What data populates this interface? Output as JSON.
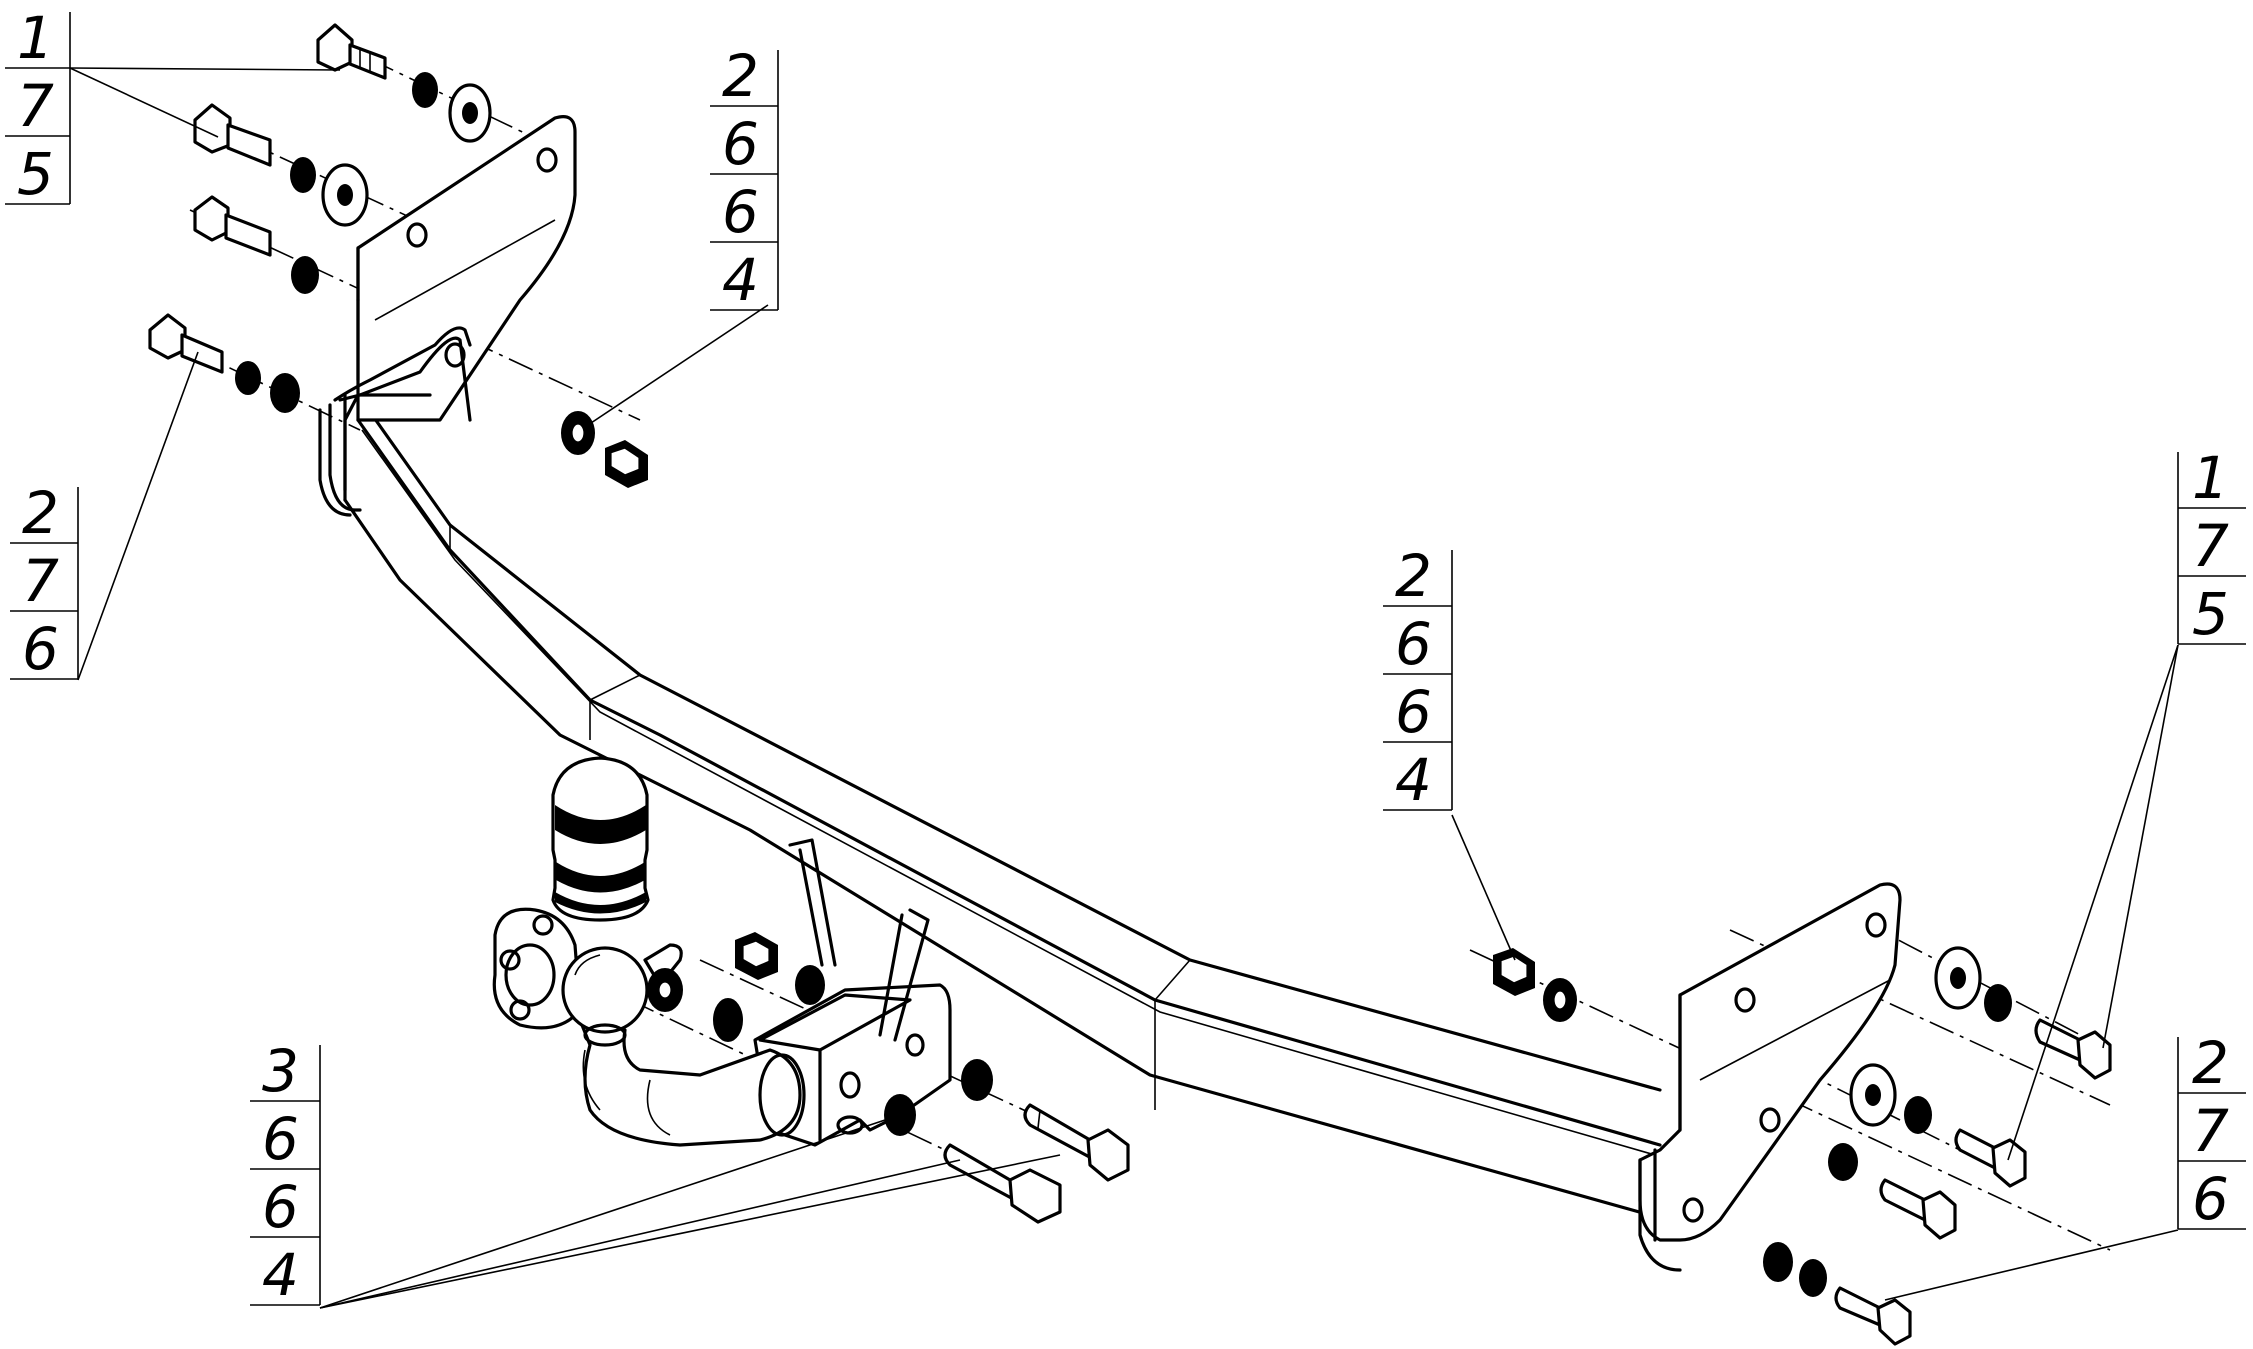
{
  "callouts": [
    {
      "id": "top-left",
      "values": [
        "1",
        "7",
        "5"
      ]
    },
    {
      "id": "top-center",
      "values": [
        "2",
        "6",
        "6",
        "4"
      ]
    },
    {
      "id": "mid-left",
      "values": [
        "2",
        "7",
        "6"
      ]
    },
    {
      "id": "mid-right",
      "values": [
        "2",
        "6",
        "6",
        "4"
      ]
    },
    {
      "id": "right",
      "values": [
        "1",
        "7",
        "5"
      ]
    },
    {
      "id": "bottom-left",
      "values": [
        "3",
        "6",
        "6",
        "4"
      ]
    },
    {
      "id": "bottom-right",
      "values": [
        "2",
        "7",
        "6"
      ]
    }
  ]
}
